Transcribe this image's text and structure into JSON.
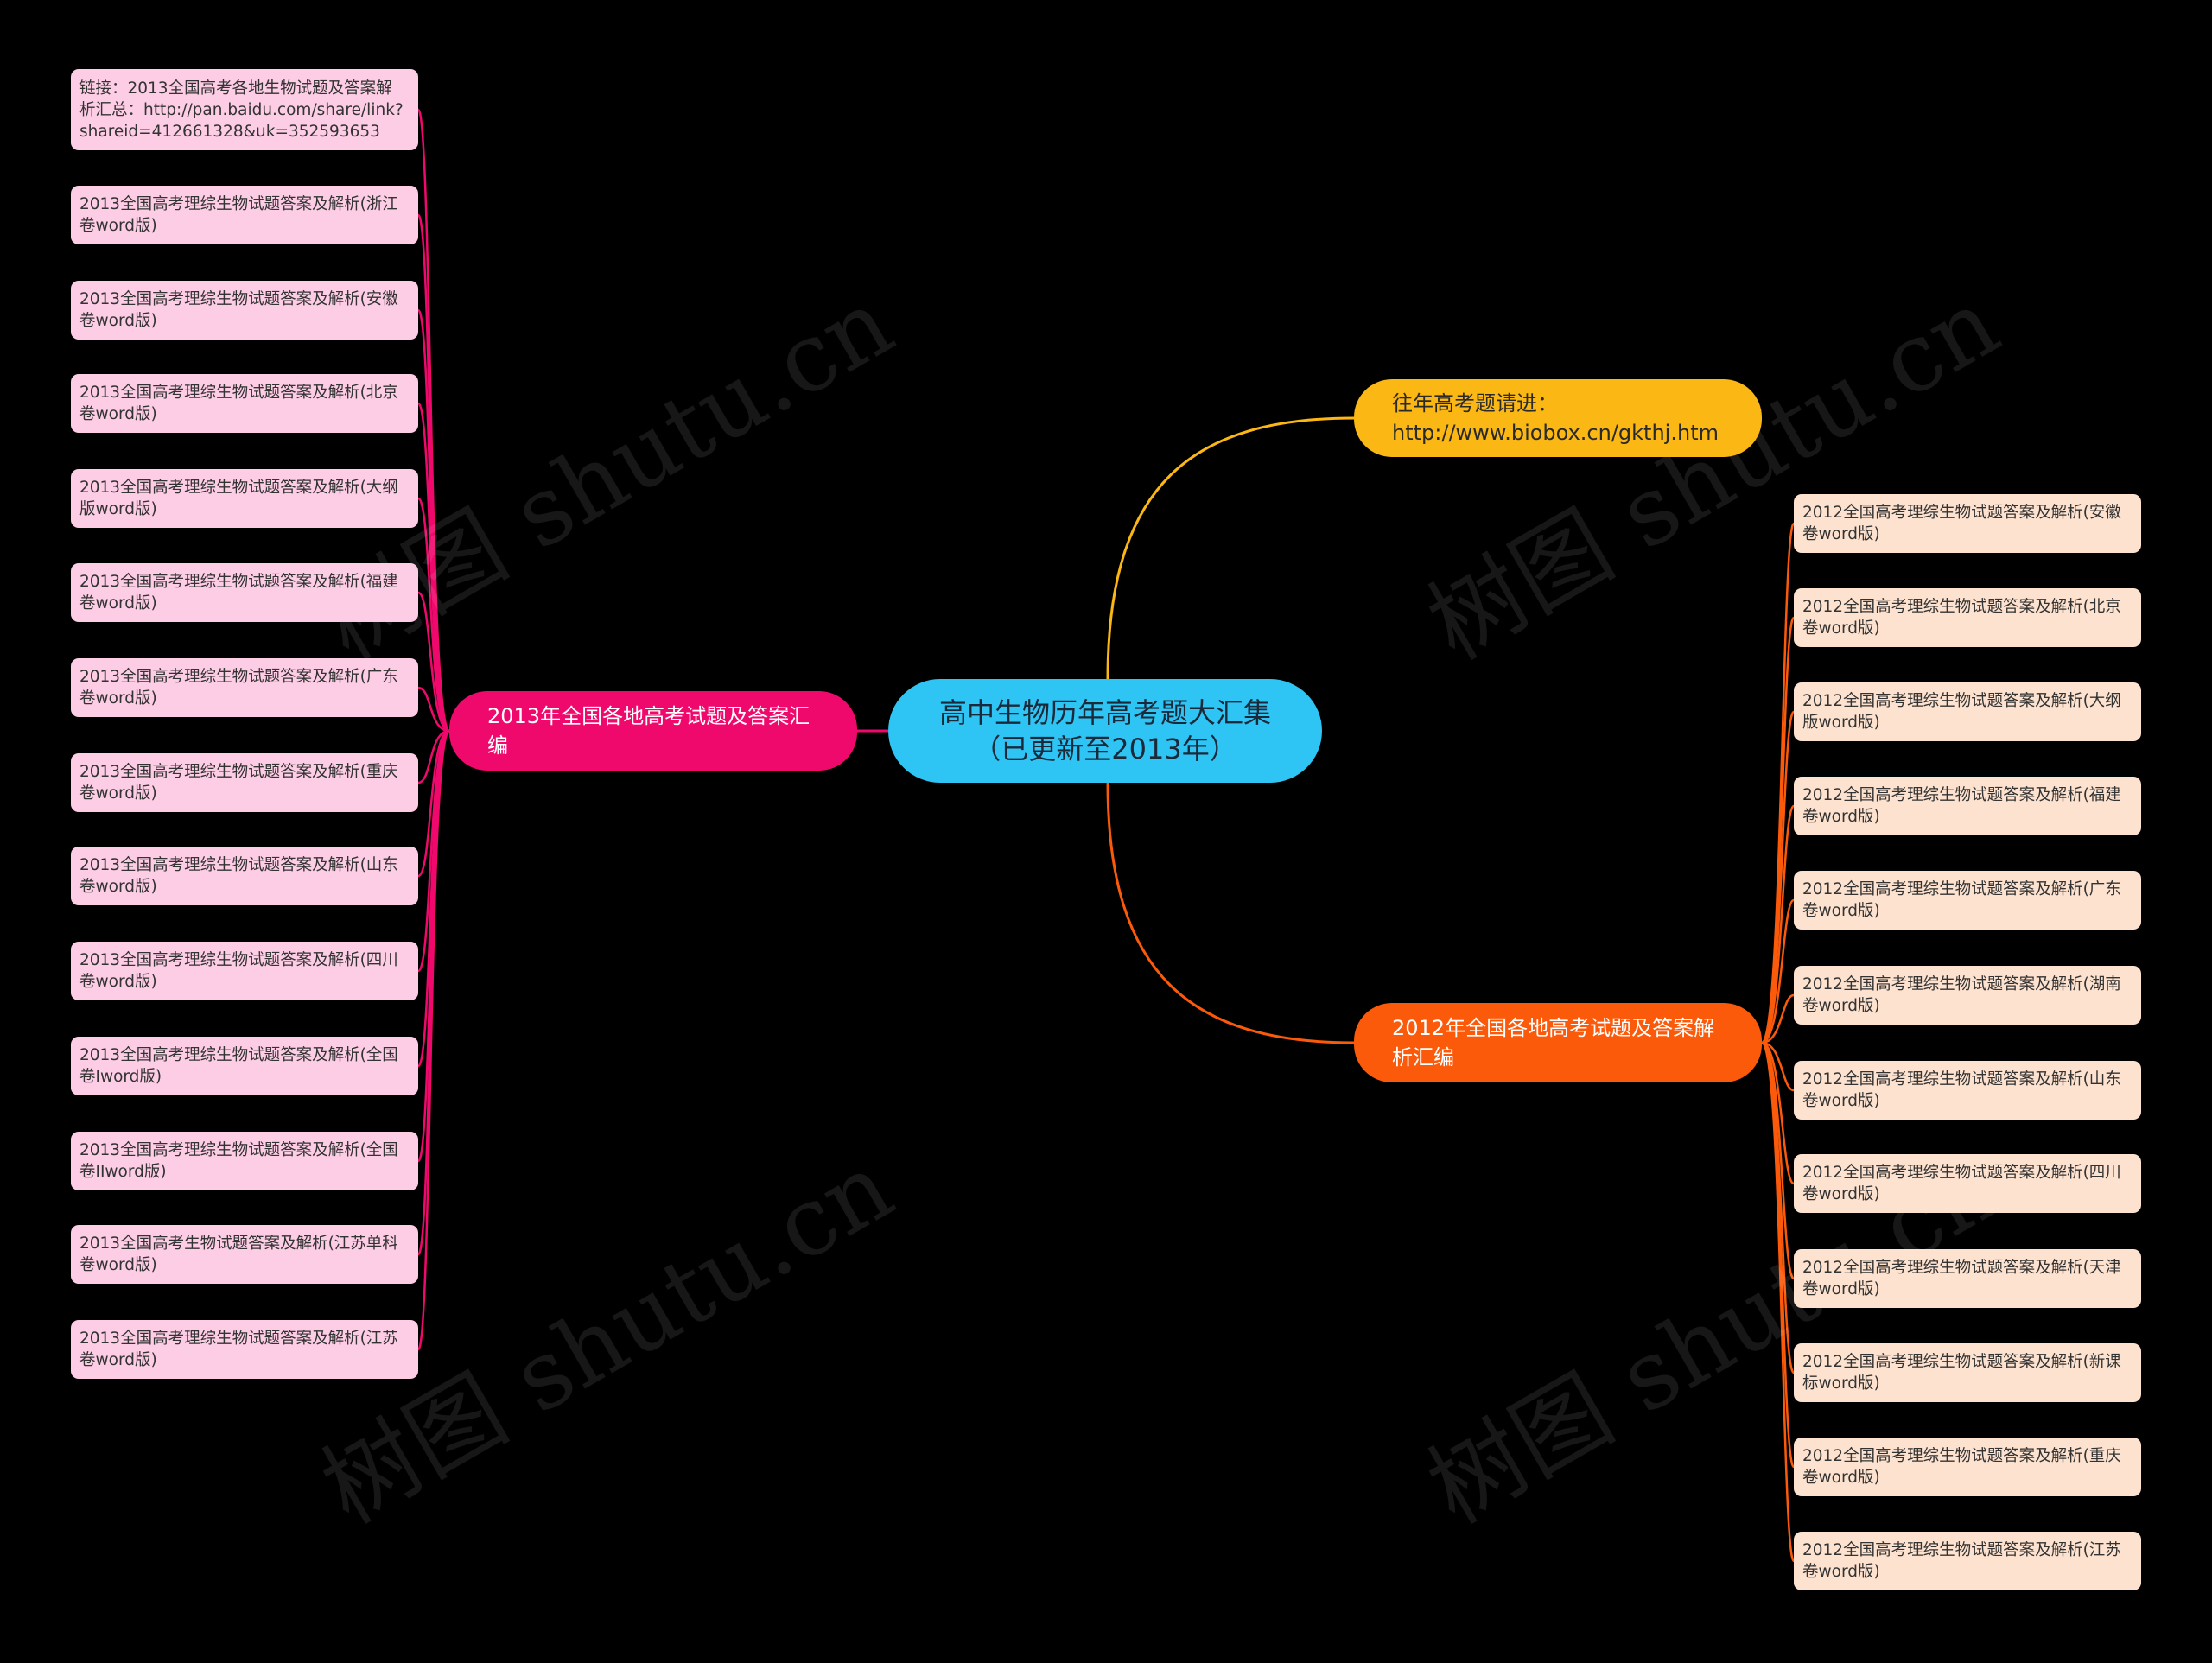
{
  "colors": {
    "center": "#2ec4f3",
    "branch_2013": "#f0096d",
    "branch_past": "#fbb713",
    "branch_2012": "#fb5a0b",
    "leaf_2013": "#fdcde6",
    "leaf_2012": "#fde2cf",
    "background": "#000000"
  },
  "center": {
    "label": "高中生物历年高考题大汇集（已更新至2013年）"
  },
  "branches": {
    "past": {
      "label": "往年高考题请进：http://www.biobox.cn/gkthj.htm"
    },
    "y2013": {
      "label": "2013年全国各地高考试题及答案汇编",
      "children": [
        "链接：2013全国高考各地生物试题及答案解析汇总：http://pan.baidu.com/share/link?shareid=412661328&uk=352593653",
        "2013全国高考理综生物试题答案及解析(浙江卷word版)",
        "2013全国高考理综生物试题答案及解析(安徽卷word版)",
        "2013全国高考理综生物试题答案及解析(北京卷word版)",
        "2013全国高考理综生物试题答案及解析(大纲版word版)",
        "2013全国高考理综生物试题答案及解析(福建卷word版)",
        "2013全国高考理综生物试题答案及解析(广东卷word版)",
        "2013全国高考理综生物试题答案及解析(重庆卷word版)",
        "2013全国高考理综生物试题答案及解析(山东卷word版)",
        "2013全国高考理综生物试题答案及解析(四川卷word版)",
        "2013全国高考理综生物试题答案及解析(全国卷Iword版)",
        "2013全国高考理综生物试题答案及解析(全国卷IIword版)",
        "2013全国高考生物试题答案及解析(江苏单科卷word版)",
        "2013全国高考理综生物试题答案及解析(江苏卷word版)"
      ]
    },
    "y2012": {
      "label": "2012年全国各地高考试题及答案解析汇编",
      "children": [
        "2012全国高考理综生物试题答案及解析(安徽卷word版)",
        "2012全国高考理综生物试题答案及解析(北京卷word版)",
        "2012全国高考理综生物试题答案及解析(大纲版word版)",
        "2012全国高考理综生物试题答案及解析(福建卷word版)",
        "2012全国高考理综生物试题答案及解析(广东卷word版)",
        "2012全国高考理综生物试题答案及解析(湖南卷word版)",
        "2012全国高考理综生物试题答案及解析(山东卷word版)",
        "2012全国高考理综生物试题答案及解析(四川卷word版)",
        "2012全国高考理综生物试题答案及解析(天津卷word版)",
        "2012全国高考理综生物试题答案及解析(新课标word版)",
        "2012全国高考理综生物试题答案及解析(重庆卷word版)",
        "2012全国高考理综生物试题答案及解析(江苏卷word版)"
      ]
    }
  },
  "watermark": "树图 shutu.cn"
}
